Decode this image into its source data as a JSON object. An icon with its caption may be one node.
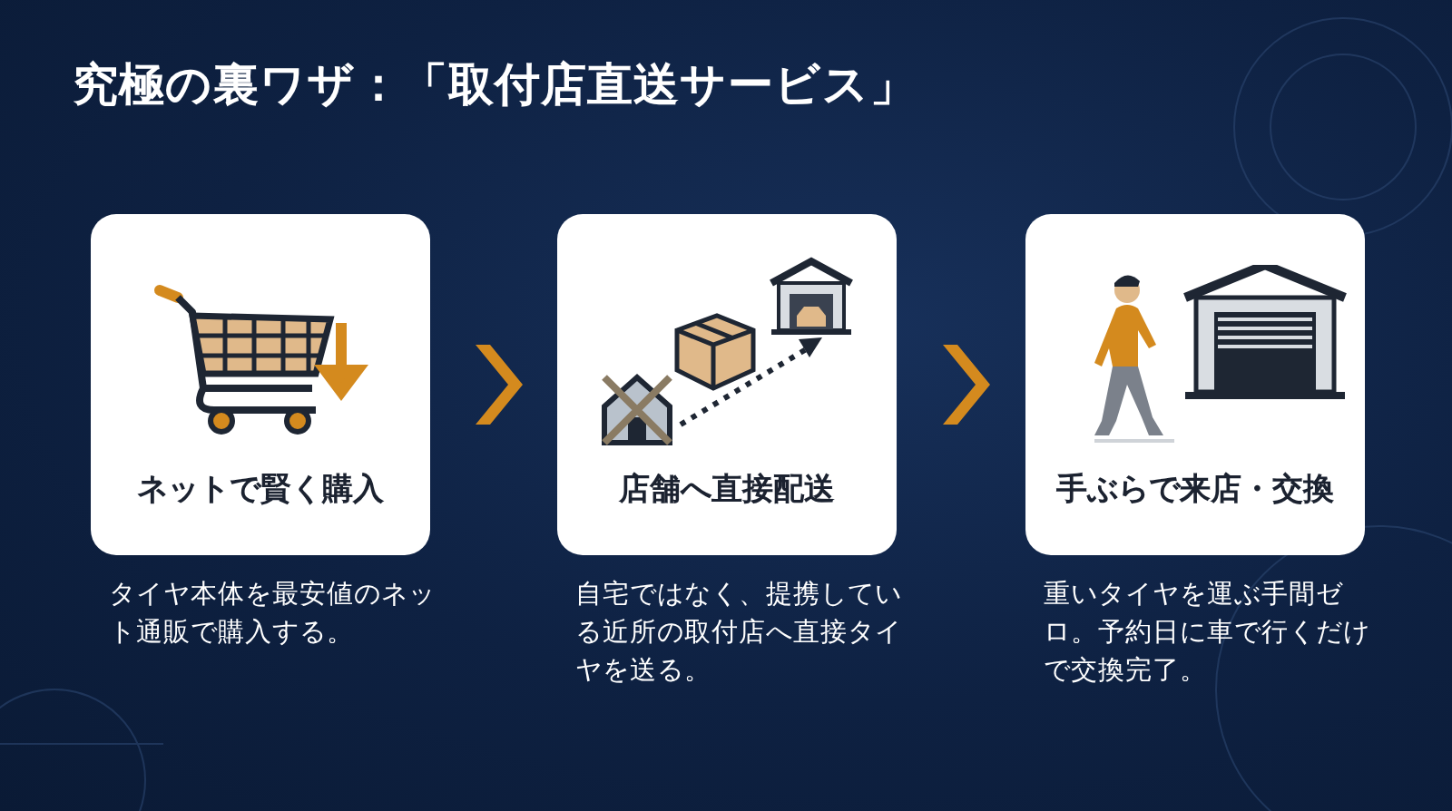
{
  "diagram": {
    "title": "究極の裏ワザ：「取付店直送サービス」",
    "nodes": [
      {
        "text": [
          "ネットで賢く購入"
        ],
        "beside": [
          "タイヤ本体を最安値のネット通販で購入する。"
        ]
      },
      {
        "text": [
          "店舗へ直接配送"
        ],
        "beside": [
          "自宅ではなく、提携している近所の取付店へ直接タイヤを送る。"
        ]
      },
      {
        "text": [
          "手ぶらで来店・交換"
        ],
        "beside": [
          "重いタイヤを運ぶ手間ゼロ。予約日に車で行くだけで交換完了。"
        ]
      }
    ],
    "edges": [
      {
        "from": 0,
        "to": 1,
        "arrow": "to"
      },
      {
        "from": 1,
        "to": 2,
        "arrow": "to"
      }
    ]
  }
}
